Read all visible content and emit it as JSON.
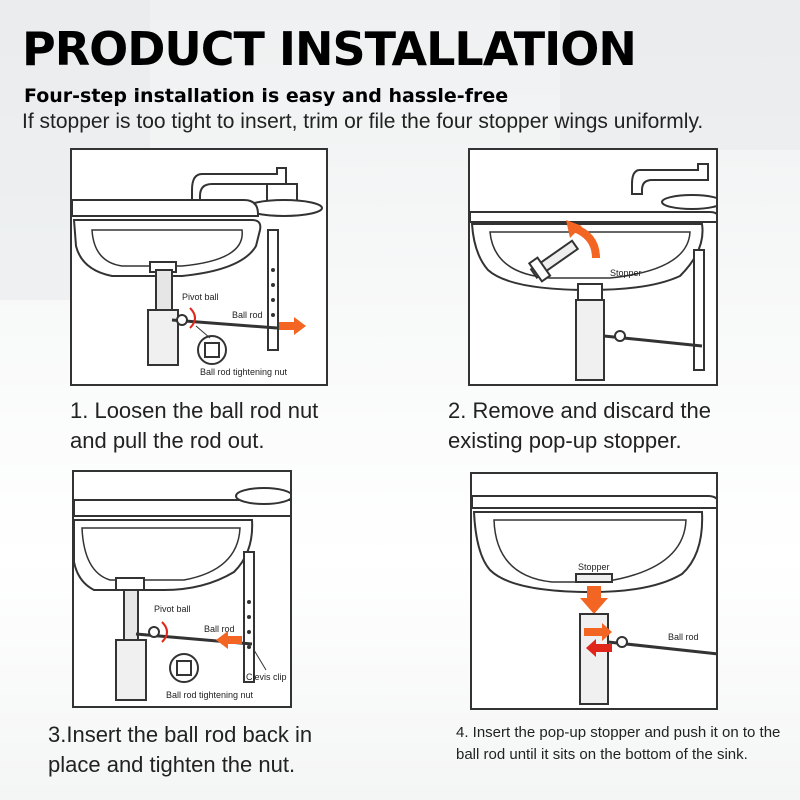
{
  "header": {
    "title": "PRODUCT INSTALLATION",
    "subtitle": "Four-step installation is easy and hassle-free",
    "note": "If stopper is too tight to insert, trim or file the four stopper wings uniformly."
  },
  "steps": [
    {
      "caption": "1. Loosen the ball rod nut and pull the rod out.",
      "labels": {
        "pivot": "Pivot ball",
        "rod": "Ball rod",
        "nut": "Ball rod tightening nut"
      }
    },
    {
      "caption": "2.  Remove and discard the existing pop-up stopper.",
      "labels": {
        "stopper": "Stopper"
      }
    },
    {
      "caption": "3.Insert the ball rod back in place and tighten the nut.",
      "labels": {
        "pivot": "Pivot ball",
        "rod": "Ball rod",
        "nut": "Ball rod tightening nut",
        "clevis": "Clevis clip"
      }
    },
    {
      "caption": "4. Insert the pop-up stopper and push it on to the ball rod until it sits on the bottom of the sink.",
      "labels": {
        "stopper": "Stopper",
        "rod": "Ball rod"
      }
    }
  ],
  "colors": {
    "arrow": "#f26522",
    "arrow_red": "#e0261b",
    "line": "#333333",
    "shade": "#cfcfcf"
  }
}
